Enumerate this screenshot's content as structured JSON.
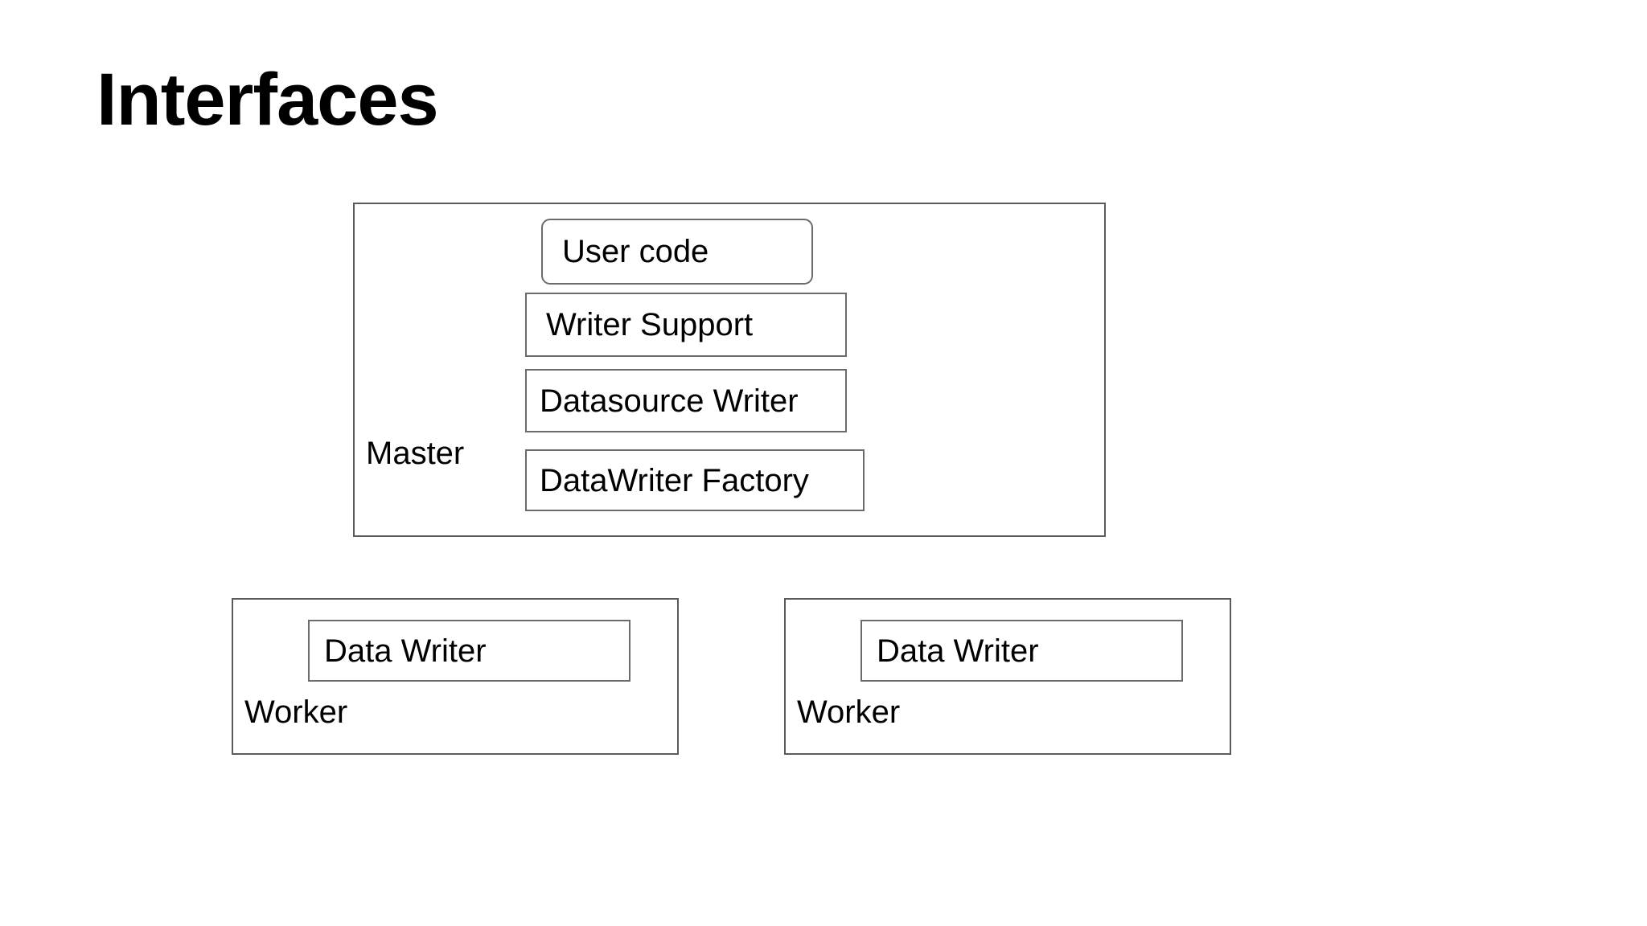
{
  "slide": {
    "title": "Interfaces",
    "background_color": "#ffffff",
    "text_color": "#000000",
    "border_color": "#5a5a5a"
  },
  "master": {
    "label": "Master",
    "layers": [
      {
        "name": "user-code",
        "label": "User code",
        "shape": "rounded-rectangle"
      },
      {
        "name": "writer-support",
        "label": " Writer Support",
        "shape": "rectangle"
      },
      {
        "name": "datasource-writer",
        "label": "Datasource Writer",
        "shape": "rectangle"
      },
      {
        "name": "datawriter-factory",
        "label": "DataWriter Factory",
        "shape": "rectangle"
      }
    ]
  },
  "workers": [
    {
      "label": "Worker",
      "component": {
        "name": "data-writer",
        "label": "Data Writer",
        "shape": "rectangle"
      }
    },
    {
      "label": "Worker",
      "component": {
        "name": "data-writer",
        "label": "Data Writer",
        "shape": "rectangle"
      }
    }
  ]
}
